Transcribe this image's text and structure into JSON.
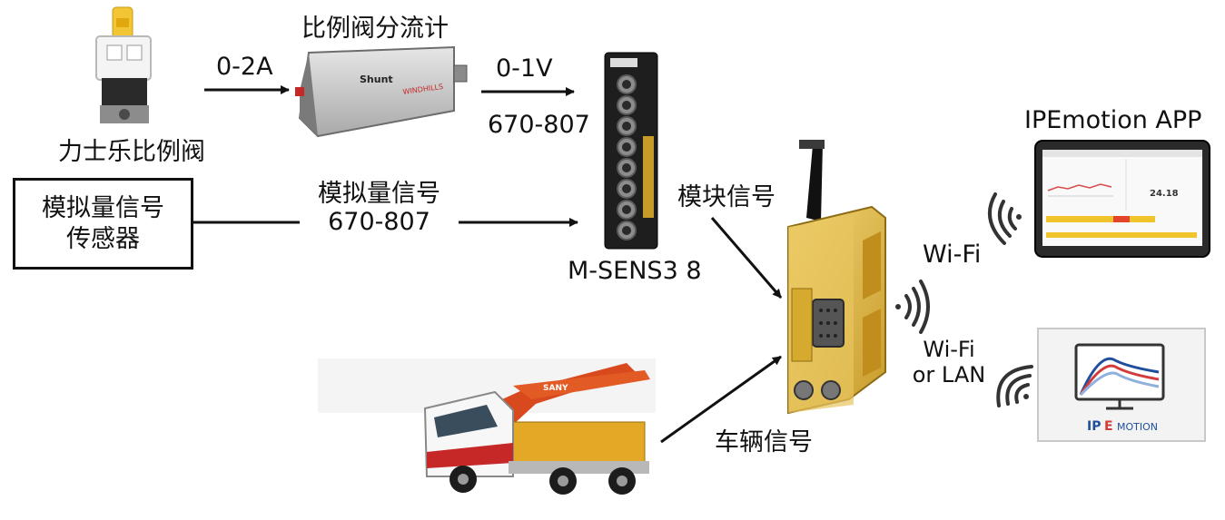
{
  "labels": {
    "shunt_title": "比例阀分流计",
    "valve_name": "力士乐比例阀",
    "current_range": "0-2A",
    "voltage_range": "0-1V",
    "module_code_1": "670-807",
    "analog_signal_line1": "模拟量信号",
    "analog_signal_line2": "670-807",
    "module_name": "M-SENS3 8",
    "module_signal": "模块信号",
    "vehicle_signal": "车辆信号",
    "wifi": "Wi-Fi",
    "wifi_or_lan_line1": "Wi-Fi",
    "wifi_or_lan_line2": "or LAN",
    "app_title": "IPEmotion APP"
  },
  "sensor_box": {
    "line1": "模拟量信号",
    "line2": "传感器"
  },
  "device_text": {
    "shunt_brand": "Shunt",
    "shunt_maker": "WINDHILLS",
    "truck_brand": "SANY",
    "logo_ip": "IP",
    "logo_e": "E",
    "logo_motion": "MOTION",
    "tablet_value": "24.18"
  }
}
